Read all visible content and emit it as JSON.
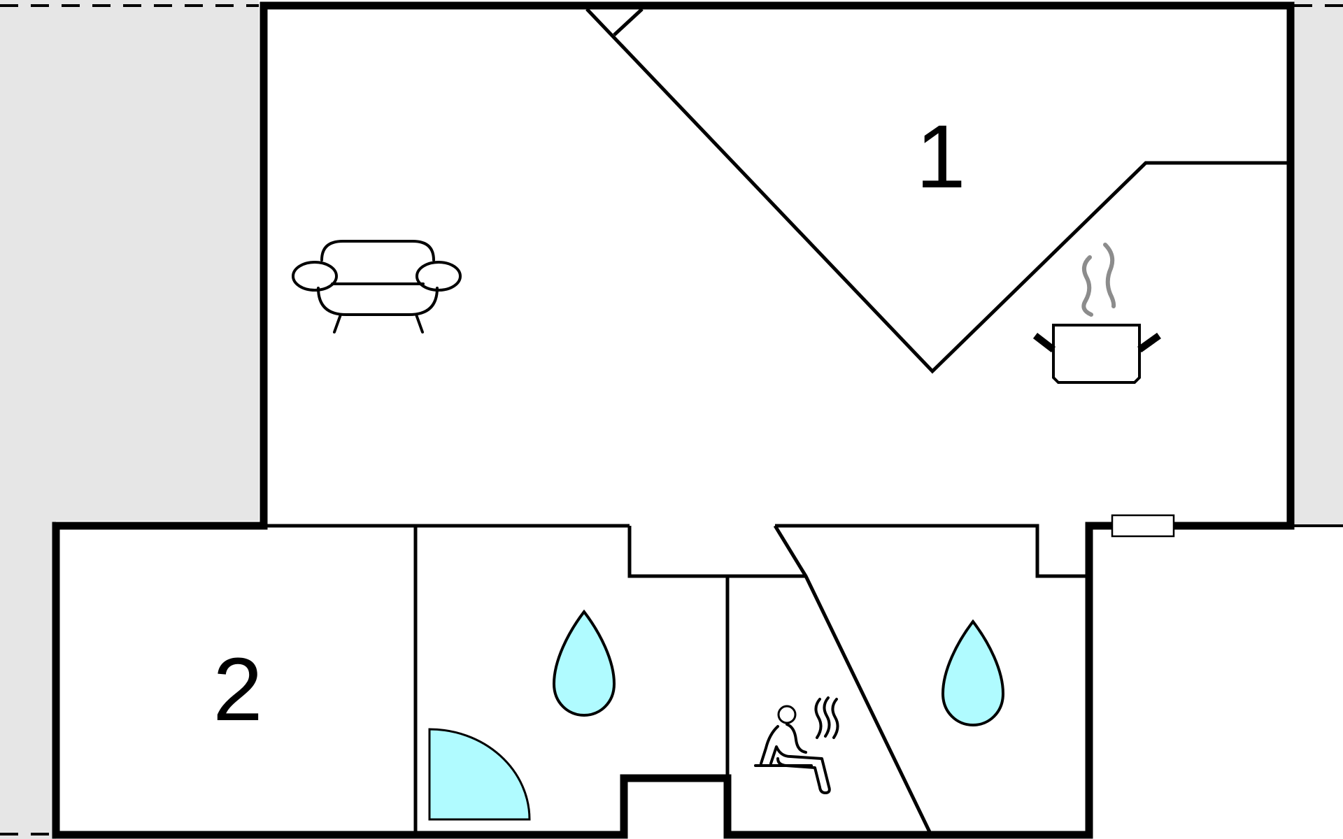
{
  "floor_plan": {
    "rooms": [
      {
        "id": "room-1",
        "label": "1"
      },
      {
        "id": "room-2",
        "label": "2"
      }
    ],
    "icons": [
      {
        "name": "sofa-icon",
        "room": "living-area"
      },
      {
        "name": "cooking-pot-icon",
        "room": "kitchen"
      },
      {
        "name": "water-drop-icon",
        "room": "bathroom-left"
      },
      {
        "name": "shower-icon",
        "room": "bathroom-left"
      },
      {
        "name": "sauna-icon",
        "room": "sauna"
      },
      {
        "name": "water-drop-icon",
        "room": "bathroom-right"
      }
    ],
    "colors": {
      "wall": "#000000",
      "outside_area": "#e6e6e6",
      "water": "#b0fbff",
      "steam": "#8c8c8c"
    }
  }
}
